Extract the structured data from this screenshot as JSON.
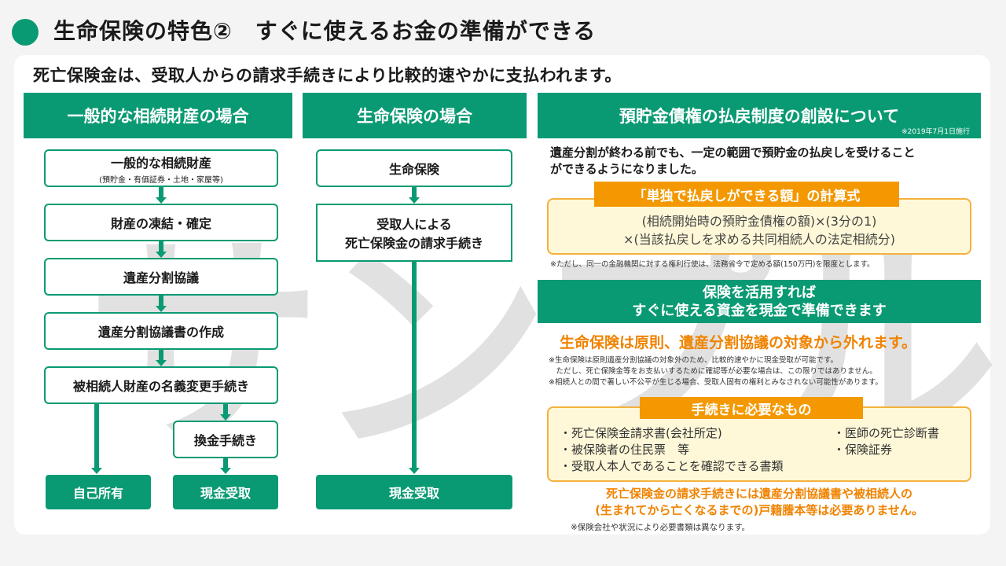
{
  "header": {
    "title": "生命保険の特色②　すぐに使えるお金の準備ができる"
  },
  "lead": "死亡保険金は、受取人からの請求手続きにより比較的速やかに支払われます。",
  "watermark": "サンプル",
  "left": {
    "title": "一般的な相続財産の場合",
    "steps": [
      {
        "label": "一般的な相続財産",
        "sub": "(預貯金・有価証券・土地・家屋等)"
      },
      {
        "label": "財産の凍結・確定"
      },
      {
        "label": "遺産分割協議"
      },
      {
        "label": "遺産分割協議書の作成"
      },
      {
        "label": "被相続人財産の名義変更手続き"
      }
    ],
    "exchange": "換金手続き",
    "own": "自己所有",
    "cash": "現金受取"
  },
  "middle": {
    "title": "生命保険の場合",
    "step1": "生命保険",
    "step2_line1": "受取人による",
    "step2_line2": "死亡保険金の請求手続き",
    "cash": "現金受取"
  },
  "right": {
    "title": "預貯金債権の払戻制度の創設について",
    "date_note": "※2019年7月1日施行",
    "desc_line1": "遺産分割が終わる前でも、一定の範囲で預貯金の払戻しを受けること",
    "desc_line2": "ができるようになりました。",
    "formula_tag": "「単独で払戻しができる額」の計算式",
    "formula_line1": "(相続開始時の預貯金債権の額)×(3分の1)",
    "formula_line2": "×(当該払戻しを求める共同相続人の法定相続分)",
    "formula_note": "※ただし、同一の金融機関に対する権利行使は、法務省令で定める額(150万円)を限度とします。",
    "insurance_head_line1": "保険を活用すれば",
    "insurance_head_line2": "すぐに使える資金を現金で準備できます",
    "insurance_point": "生命保険は原則、遺産分割協議の対象から外れます。",
    "insurance_note_line1": "※生命保険は原則遺産分割協議の対象外のため、比較的速やかに現金受取が可能です。",
    "insurance_note_line2": "　ただし、死亡保険金等をお支払いするために確認等が必要な場合は、この限りではありません。",
    "insurance_note_line3": "※相続人との間で著しい不公平が生じる場合、受取人固有の権利とみなされない可能性があります。",
    "docs_tag": "手続きに必要なもの",
    "docs_left": [
      "・死亡保険金請求書(会社所定)",
      "・被保険者の住民票　等",
      "・受取人本人であることを確認できる書類"
    ],
    "docs_right": [
      "・医師の死亡診断書",
      "・保険証券"
    ],
    "final_line1": "死亡保険金の請求手続きには遺産分割協議書や被相続人の",
    "final_line2": "(生まれてから亡くなるまでの)戸籍謄本等は必要ありません。",
    "final_note": "※保険会社や状況により必要書類は異なります。"
  },
  "colors": {
    "green": "#0a9a73",
    "orange": "#f39800",
    "yellow_bg": "#fff8d8"
  }
}
